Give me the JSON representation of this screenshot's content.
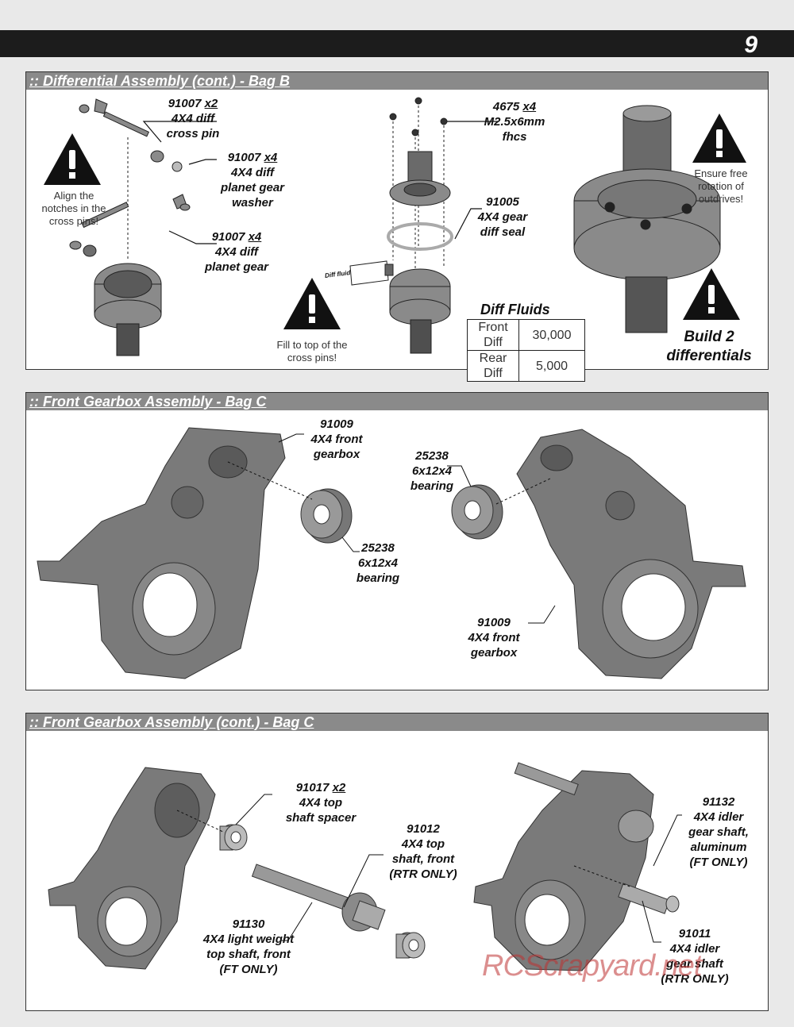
{
  "page": {
    "number": "9"
  },
  "sections": {
    "diff": {
      "title": ":: Differential Assembly (cont.) - Bag B",
      "parts": {
        "cross_pin": {
          "num": "91007",
          "qty": "x2",
          "l1": "4X4 diff",
          "l2": "cross pin"
        },
        "washer": {
          "num": "91007",
          "qty": "x4",
          "l1": "4X4 diff",
          "l2": "planet gear",
          "l3": "washer"
        },
        "planet": {
          "num": "91007",
          "qty": "x4",
          "l1": "4X4 diff",
          "l2": "planet gear"
        },
        "screw": {
          "num": "4675",
          "qty": "x4",
          "l1": "M2.5x6mm",
          "l2": "fhcs"
        },
        "seal": {
          "num": "91005",
          "l1": "4X4 gear",
          "l2": "diff seal"
        }
      },
      "warnings": {
        "align": [
          "Align the",
          "notches in the",
          "cross pins!"
        ],
        "fill": [
          "Fill to top of the",
          "cross pins!"
        ],
        "rotation": [
          "Ensure free",
          "rotation of",
          "outdrives!"
        ]
      },
      "bottle_label": "Diff fluid",
      "fluids": {
        "title": "Diff Fluids",
        "rows": [
          {
            "name_l1": "Front",
            "name_l2": "Diff",
            "value": "30,000"
          },
          {
            "name_l1": "Rear",
            "name_l2": "Diff",
            "value": "5,000"
          }
        ]
      },
      "build_note": [
        "Build 2",
        "differentials"
      ]
    },
    "gearbox": {
      "title": ":: Front Gearbox Assembly - Bag C",
      "parts": {
        "gearbox_top": {
          "num": "91009",
          "l1": "4X4 front",
          "l2": "gearbox"
        },
        "bearing_right": {
          "num": "25238",
          "l1": "6x12x4",
          "l2": "bearing"
        },
        "bearing_left": {
          "num": "25238",
          "l1": "6x12x4",
          "l2": "bearing"
        },
        "gearbox_bottom": {
          "num": "91009",
          "l1": "4X4 front",
          "l2": "gearbox"
        }
      }
    },
    "gearbox2": {
      "title": ":: Front Gearbox Assembly (cont.) - Bag C",
      "parts": {
        "spacer": {
          "num": "91017",
          "qty": "x2",
          "l1": "4X4 top",
          "l2": "shaft spacer"
        },
        "top_shaft": {
          "num": "91012",
          "l1": "4X4 top",
          "l2": "shaft, front",
          "l3": "(RTR ONLY)"
        },
        "light_shaft": {
          "num": "91130",
          "l1": "4X4 light weight",
          "l2": "top shaft, front",
          "l3": "(FT ONLY)"
        },
        "idler_alu": {
          "num": "91132",
          "l1": "4X4 idler",
          "l2": "gear shaft,",
          "l3": "aluminum",
          "l4": "(FT ONLY)"
        },
        "idler": {
          "num": "91011",
          "l1": "4X4 idler",
          "l2": "gear shaft",
          "l3": "(RTR ONLY)"
        }
      }
    }
  },
  "watermark": "RCScrapyard.net",
  "colors": {
    "header_band": "#1c1c1c",
    "section_bar": "#8a8a8a",
    "part_gray": "#7a7a7a"
  }
}
